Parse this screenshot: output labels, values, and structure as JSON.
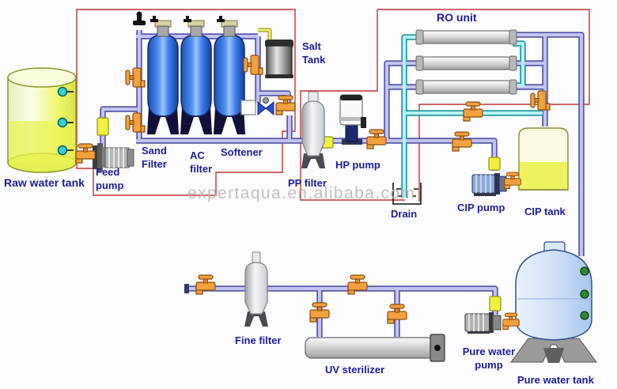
{
  "labels": {
    "raw_water_tank": "Raw water tank",
    "feed_pump": "Feed\npump",
    "sand_filter": "Sand\nFilter",
    "ac_filter": "AC\nfilter",
    "softener": "Softener",
    "salt_tank": "Salt\nTank",
    "pp_filter": "PP filter",
    "hp_pump": "HP pump",
    "ro_unit": "RO unit",
    "drain": "Drain",
    "cip_pump": "CIP pump",
    "cip_tank": "CIP tank",
    "fine_filter": "Fine filter",
    "uv_sterilizer": "UV sterilizer",
    "pure_water_pump": "Pure water\npump",
    "pure_water_tank": "Pure water tank"
  },
  "watermark": "expertaqua.en.alibaba.com",
  "colors": {
    "label_text": "#1b1b9e",
    "zone_outline_red": "#c23333",
    "pipe_purple": "#c3c3f0",
    "pipe_purple_outline": "#5a5aaa",
    "pipe_cyan": "#b5f2f4",
    "pipe_cyan_outline": "#2d9aa2",
    "pipe_yellow": "#f4f470",
    "valve_orange": "#f2a23e",
    "vessel_blue": "#4f8df2",
    "raw_tank_yellow": "#eff768",
    "cip_tank_yellow": "#eef25e",
    "membrane_gray": "#dcdcdc",
    "pure_tank_blue": "#ccdff7",
    "watermark_gray": "#b5b5b5"
  }
}
